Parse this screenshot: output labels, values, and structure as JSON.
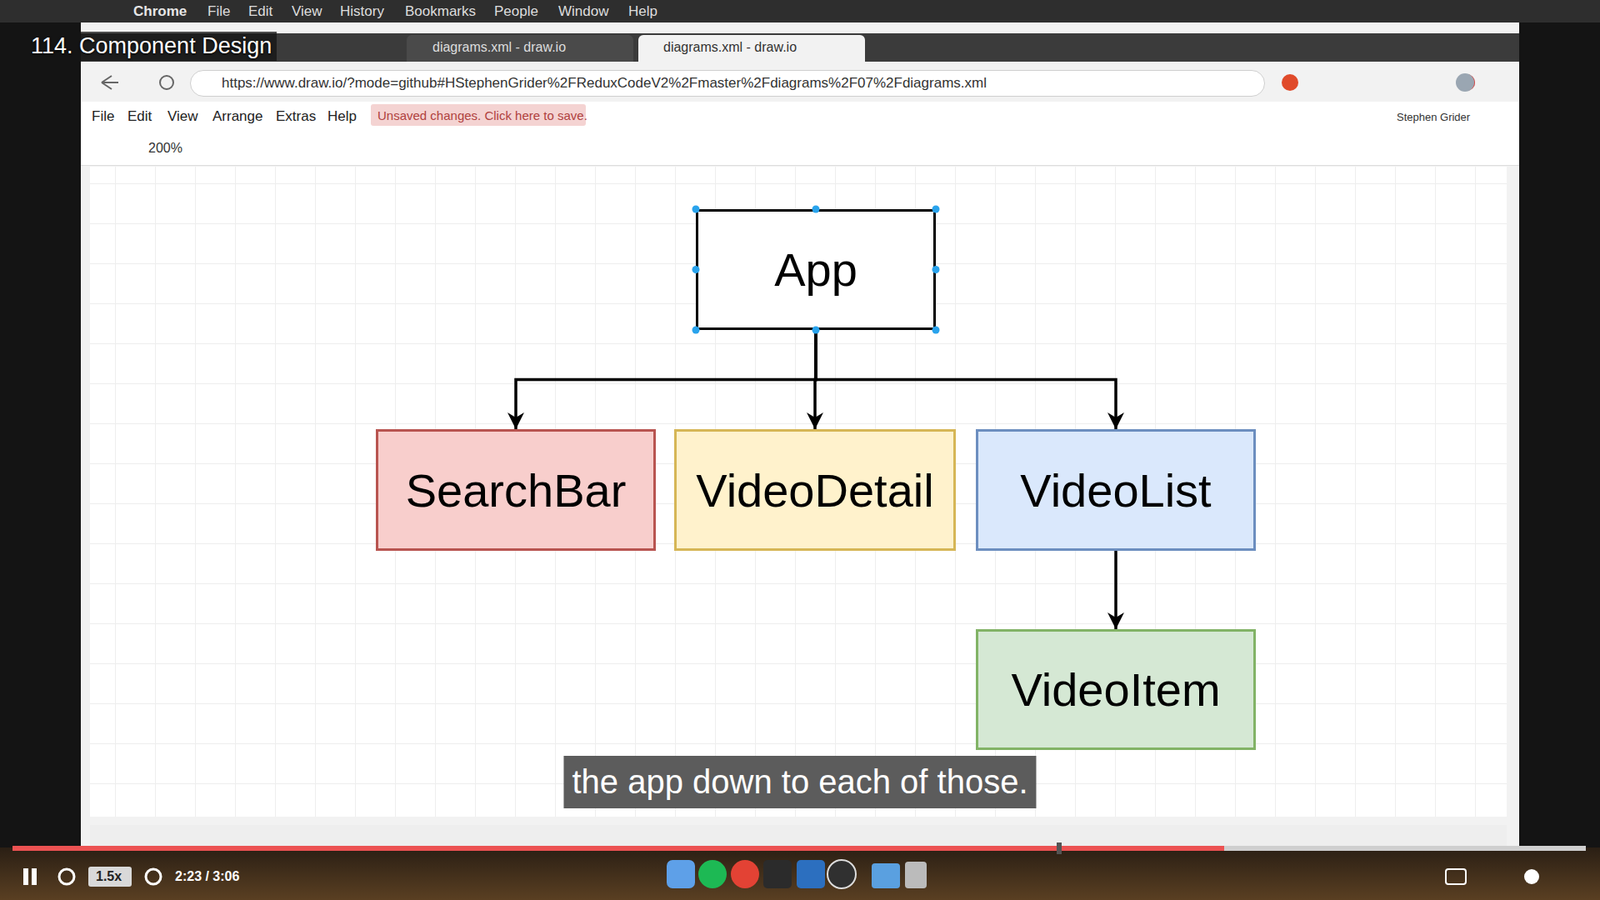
{
  "diagram": {
    "title": "114. Component Design",
    "caption": "the app down to each of those.",
    "nodes": [
      {
        "text": [
          "App"
        ]
      },
      {
        "text": [
          "SearchBar"
        ]
      },
      {
        "text": [
          "VideoDetail"
        ]
      },
      {
        "text": [
          "VideoList"
        ]
      },
      {
        "text": [
          "VideoItem"
        ]
      }
    ],
    "edges": [
      {
        "from": 0,
        "to": 1,
        "arrow": "to"
      },
      {
        "from": 0,
        "to": 2,
        "arrow": "to"
      },
      {
        "from": 0,
        "to": 3,
        "arrow": "to"
      },
      {
        "from": 3,
        "to": 4,
        "arrow": "to"
      }
    ],
    "labels": [
      "Chrome",
      "File",
      "Edit",
      "View",
      "History",
      "Bookmarks",
      "People",
      "Window",
      "Help",
      "diagrams.xml - draw.io",
      "diagrams.xml - draw.io",
      "https://www.draw.io/?mode=github#HStephenGrider%2FReduxCodeV2%2Fmaster%2Fdiagrams%2F07%2Fdiagrams.xml",
      "File",
      "Edit",
      "View",
      "Arrange",
      "Extras",
      "Help",
      "Unsaved changes. Click here to save.",
      "Stephen Grider",
      "200%",
      "1.5x",
      "2:23 / 3:06"
    ]
  }
}
